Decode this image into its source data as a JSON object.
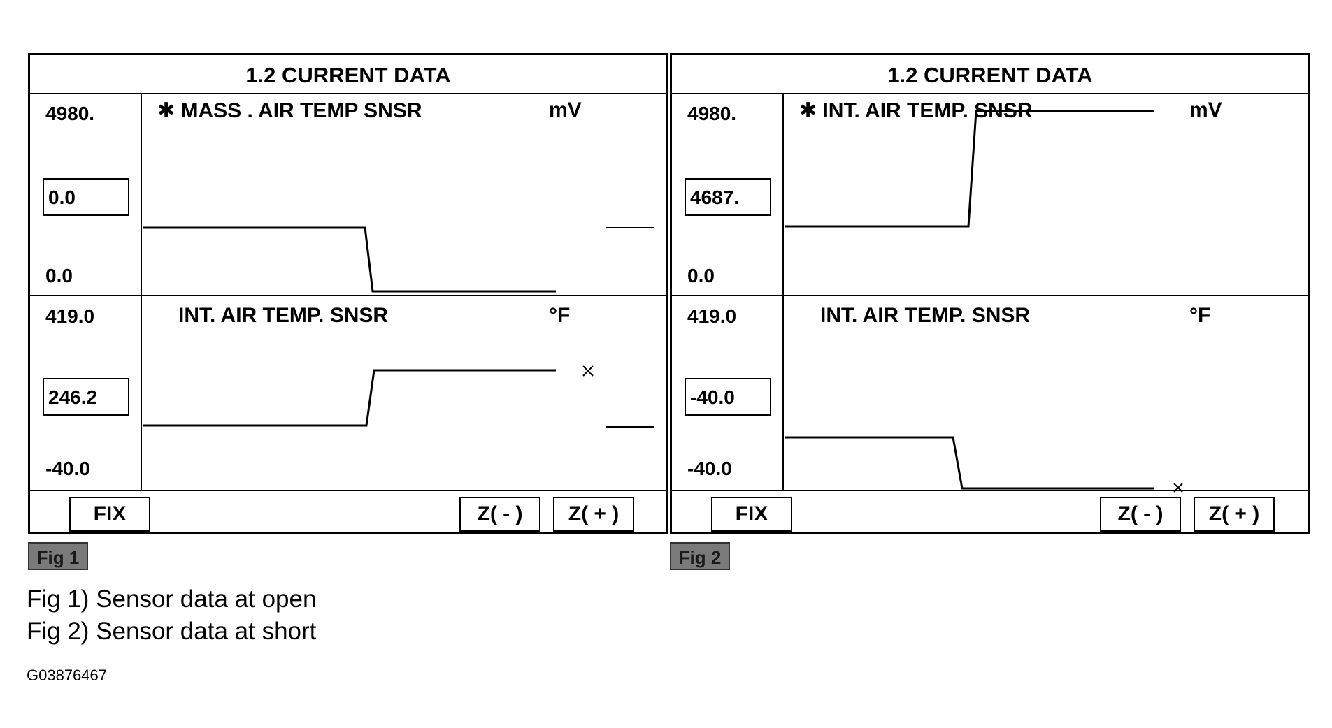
{
  "panels": [
    {
      "title": "1.2 CURRENT DATA",
      "top_graph": {
        "max": "4980.",
        "current": "0.0",
        "min": "0.0",
        "sensor": "✱ MASS . AIR  TEMP  SNSR",
        "unit": "mV"
      },
      "bottom_graph": {
        "max": "419.0",
        "current": "246.2",
        "min": "-40.0",
        "sensor": "INT. AIR TEMP. SNSR",
        "unit": "°F"
      },
      "buttons": {
        "fix": "FIX",
        "zoom_out": "Z( - )",
        "zoom_in": "Z( + )"
      },
      "tag": "Fig 1"
    },
    {
      "title": "1.2 CURRENT DATA",
      "top_graph": {
        "max": "4980.",
        "current": "4687.",
        "min": "0.0",
        "sensor": "✱ INT. AIR TEMP. SNSR",
        "unit": "mV"
      },
      "bottom_graph": {
        "max": "419.0",
        "current": "-40.0",
        "min": "-40.0",
        "sensor": "INT. AIR TEMP. SNSR",
        "unit": "°F"
      },
      "buttons": {
        "fix": "FIX",
        "zoom_out": "Z( - )",
        "zoom_in": "Z( + )"
      },
      "tag": "Fig 2"
    }
  ],
  "captions": [
    "Fig 1) Sensor data at open",
    "Fig 2) Sensor data at short"
  ],
  "image_code": "G03876467",
  "colors": {
    "line": "#000000",
    "tag_bg": "#7a7a7a"
  }
}
